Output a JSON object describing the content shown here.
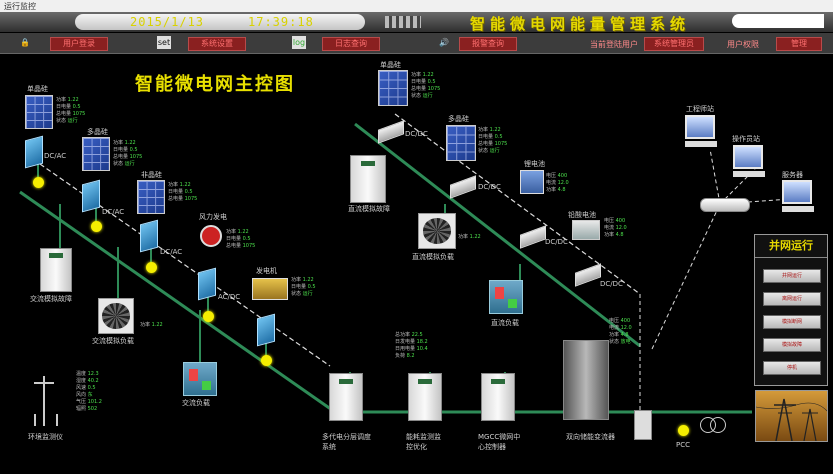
{
  "window": {
    "title": "运行监控"
  },
  "header": {
    "date": "2015/1/13",
    "time": "17:39:18",
    "system_title": "智能微电网能量管理系统"
  },
  "status_bar": {
    "buttons": [
      "用户登录",
      "系统设置",
      "日志查询",
      "报警查询"
    ],
    "current_user_label": "当前登陆用户",
    "current_user_value": "系统管理员",
    "permission_label": "用户权限",
    "permission_value": "管理"
  },
  "main": {
    "title": "智能微电网主控图",
    "labels": {
      "pv1": "单晶硅",
      "pv2": "多晶硅",
      "pv3": "非晶硅",
      "wind": "风力发电",
      "diesel": "发电机",
      "ac_cabinet": "交流模拟故障",
      "ac_load": "交流模拟负载",
      "ac_load2": "交流负载",
      "pv4": "单晶硅",
      "pv5": "多晶硅",
      "battery": "锂电池",
      "leadacid": "铅酸电池",
      "dc_cabinet": "直流模拟故障",
      "dc_load": "直流模拟负载",
      "dc_load2": "直流负载",
      "multi_cabinet": "多代电分层调度系统",
      "energy_cabinet": "能耗监测监控优化",
      "mgcc": "MGCC微网中心控制器",
      "bidir": "双向储能变流器",
      "pcc": "PCC",
      "eng": "工程师站",
      "op": "操作员站",
      "server": "服务器",
      "env": "环境监测仪"
    },
    "dc": "DC/DC",
    "dcac": "DC/AC",
    "acac": "AC/DC"
  },
  "grid_panel": {
    "title": "并网运行",
    "buttons": [
      "并网运行",
      "离网运行",
      "模拟断网",
      "模拟故障",
      "停机"
    ]
  },
  "readouts": {
    "pv": [
      [
        "功率",
        "1.22"
      ],
      [
        "日电量",
        "0.5"
      ],
      [
        "总电量",
        "1075"
      ],
      [
        "状态",
        "运行"
      ]
    ],
    "env": [
      [
        "温度",
        "12.3"
      ],
      [
        "湿度",
        "40.2"
      ],
      [
        "风速",
        "0.5"
      ],
      [
        "风向",
        "东"
      ],
      [
        "气压",
        "101.2"
      ],
      [
        "辐照",
        "502"
      ]
    ],
    "mid": [
      [
        "总功率",
        "22.5"
      ],
      [
        "日发电量",
        "18.2"
      ],
      [
        "日用电量",
        "10.4"
      ],
      [
        "负荷",
        "8.2"
      ]
    ],
    "bidir": [
      [
        "电压",
        "400"
      ],
      [
        "电流",
        "12.0"
      ],
      [
        "功率",
        "4.8"
      ],
      [
        "状态",
        "放电"
      ]
    ]
  }
}
